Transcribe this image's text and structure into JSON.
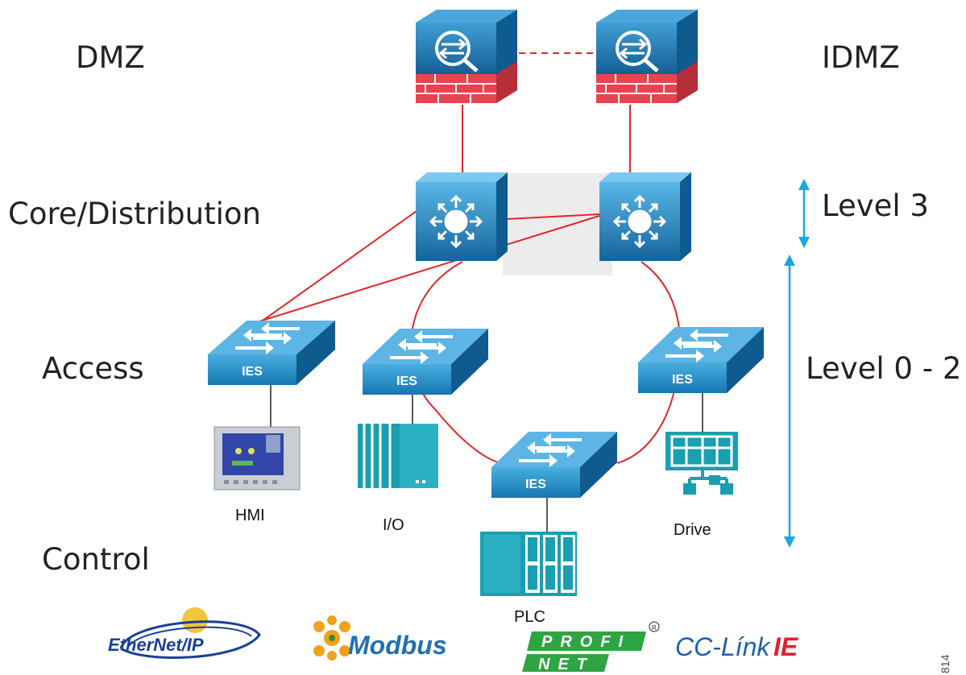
{
  "zones": {
    "dmz": "DMZ",
    "idmz": "IDMZ",
    "core": "Core/Distribution",
    "access": "Access",
    "control": "Control"
  },
  "levels": {
    "upper": "Level 3",
    "lower": "Level 0 - 2"
  },
  "switch_label": "IES",
  "devices": {
    "hmi": "HMI",
    "io": "I/O",
    "plc": "PLC",
    "drive": "Drive"
  },
  "protocols": {
    "ethernet_ip": "EtherNet/IP",
    "modbus": "Modbus",
    "profinet_top": "PROFI",
    "profinet_bottom": "NET",
    "cc_link": "CC-Línk",
    "cc_link_ie": "IE"
  },
  "figure_id": "814",
  "colors": {
    "link": "#e02828",
    "firewall_blue": "#1b78b4",
    "firewall_brick": "#e8434f",
    "switch_blue": "#2a8fc6",
    "arrow_cyan": "#1aa7dc"
  }
}
